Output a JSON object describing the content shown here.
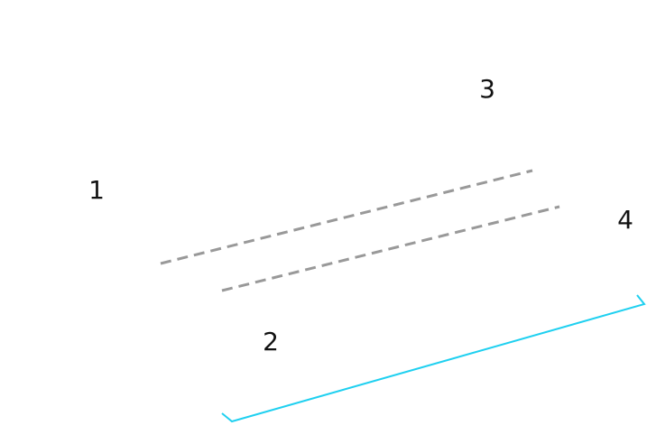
{
  "diagram": {
    "labels": {
      "one": "1",
      "two": "2",
      "three": "3",
      "four": "4"
    },
    "colors": {
      "dashed_line": "#999999",
      "dimension_line": "#1fd0f0",
      "text": "#111111",
      "background": "#ffffff"
    }
  }
}
